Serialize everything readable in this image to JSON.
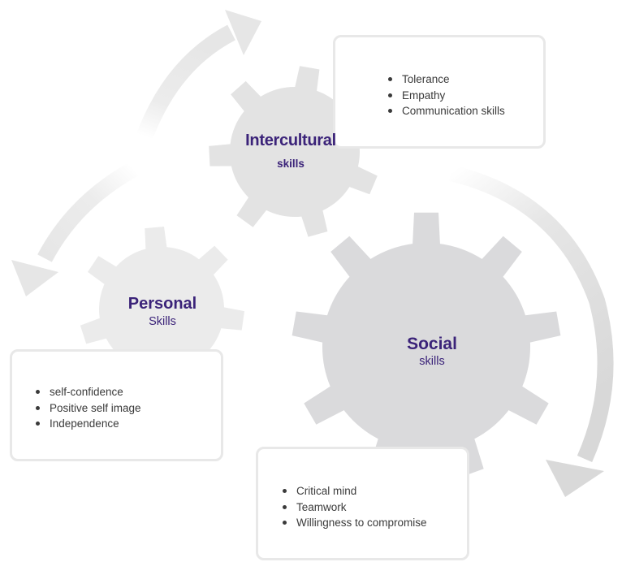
{
  "gears": {
    "intercultural": {
      "title": "Intercultural",
      "subtitle": "skills"
    },
    "personal": {
      "title": "Personal",
      "subtitle": "Skills"
    },
    "social": {
      "title": "Social",
      "subtitle": "skills"
    }
  },
  "boxes": {
    "intercultural": {
      "items": [
        "Tolerance",
        "Empathy",
        "Communication skills"
      ]
    },
    "personal": {
      "items": [
        "self-confidence",
        "Positive self image",
        "Independence"
      ]
    },
    "social": {
      "items": [
        "Critical mind",
        "Teamwork",
        "Willingness to compromise"
      ]
    }
  },
  "colors": {
    "gear_light": "#ebebeb",
    "gear_mid": "#e3e3e3",
    "gear_dark": "#dadadc",
    "arrow": "#e4e4e4",
    "box_border": "#e8e8e8",
    "label": "#3b2379",
    "text": "#3a3a3a"
  }
}
